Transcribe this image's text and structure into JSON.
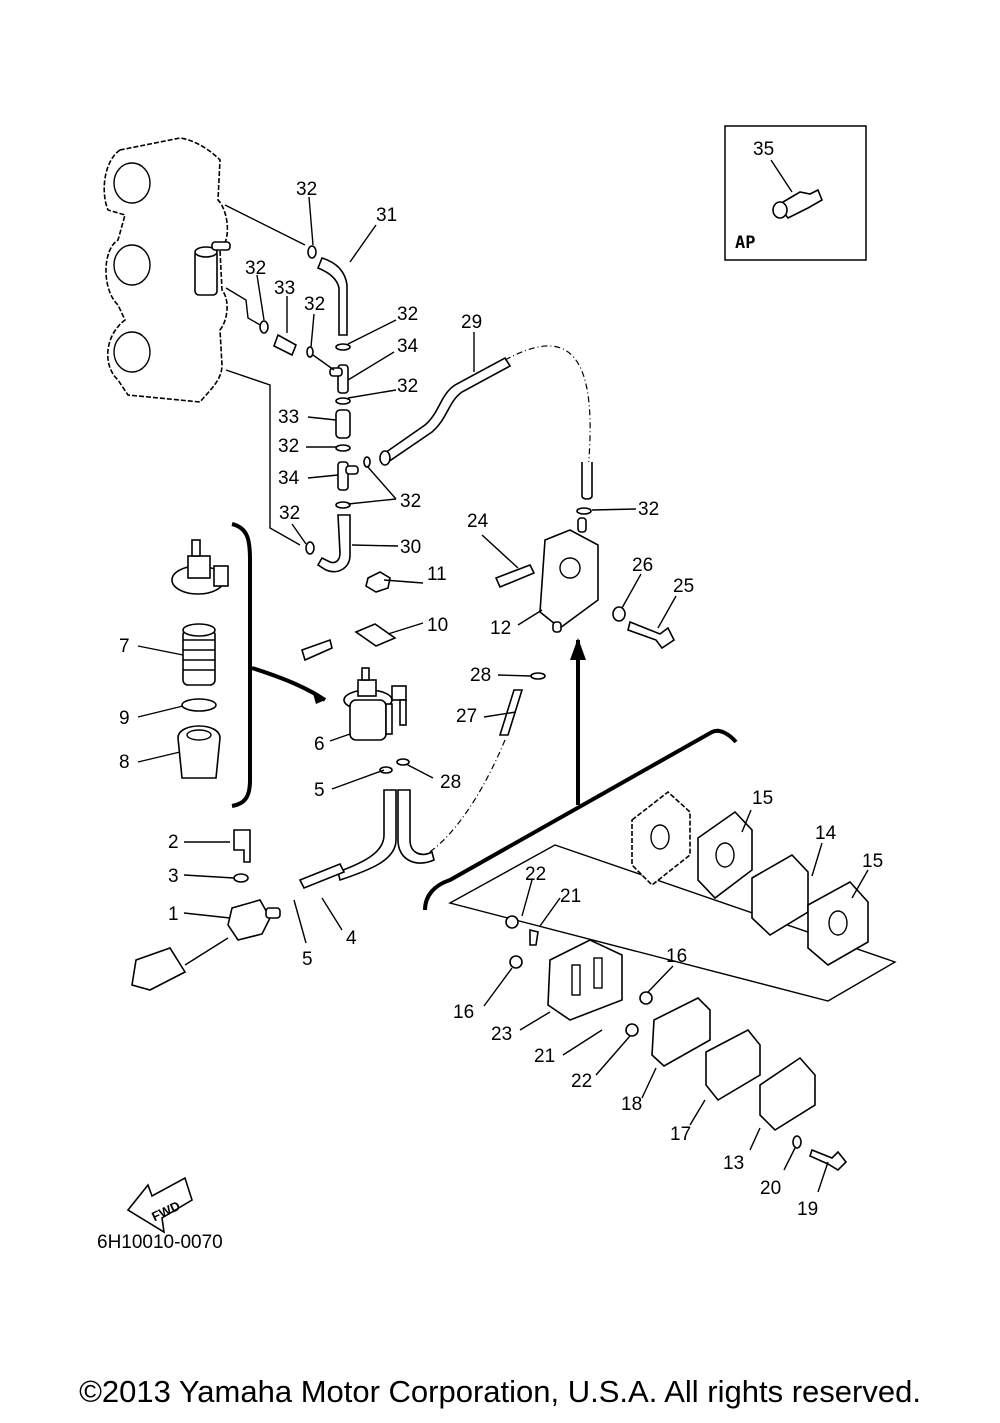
{
  "diagram": {
    "title_code": "6H10010-0070",
    "copyright": "©2013 Yamaha Motor Corporation, U.S.A. All rights reserved.",
    "fwd_label": "FWD",
    "inset": {
      "label": "AP",
      "callout": "35"
    },
    "callouts": [
      {
        "id": "c1",
        "text": "1"
      },
      {
        "id": "c2",
        "text": "2"
      },
      {
        "id": "c3",
        "text": "3"
      },
      {
        "id": "c4",
        "text": "4"
      },
      {
        "id": "c5a",
        "text": "5"
      },
      {
        "id": "c5b",
        "text": "5"
      },
      {
        "id": "c6",
        "text": "6"
      },
      {
        "id": "c7",
        "text": "7"
      },
      {
        "id": "c8",
        "text": "8"
      },
      {
        "id": "c9",
        "text": "9"
      },
      {
        "id": "c10",
        "text": "10"
      },
      {
        "id": "c11",
        "text": "11"
      },
      {
        "id": "c12",
        "text": "12"
      },
      {
        "id": "c13",
        "text": "13"
      },
      {
        "id": "c14",
        "text": "14"
      },
      {
        "id": "c15a",
        "text": "15"
      },
      {
        "id": "c15b",
        "text": "15"
      },
      {
        "id": "c16a",
        "text": "16"
      },
      {
        "id": "c16b",
        "text": "16"
      },
      {
        "id": "c17",
        "text": "17"
      },
      {
        "id": "c18",
        "text": "18"
      },
      {
        "id": "c19",
        "text": "19"
      },
      {
        "id": "c20",
        "text": "20"
      },
      {
        "id": "c21a",
        "text": "21"
      },
      {
        "id": "c21b",
        "text": "21"
      },
      {
        "id": "c22a",
        "text": "22"
      },
      {
        "id": "c22b",
        "text": "22"
      },
      {
        "id": "c23",
        "text": "23"
      },
      {
        "id": "c24",
        "text": "24"
      },
      {
        "id": "c25",
        "text": "25"
      },
      {
        "id": "c26",
        "text": "26"
      },
      {
        "id": "c27",
        "text": "27"
      },
      {
        "id": "c28a",
        "text": "28"
      },
      {
        "id": "c28b",
        "text": "28"
      },
      {
        "id": "c29",
        "text": "29"
      },
      {
        "id": "c30",
        "text": "30"
      },
      {
        "id": "c31",
        "text": "31"
      },
      {
        "id": "c32a",
        "text": "32"
      },
      {
        "id": "c32b",
        "text": "32"
      },
      {
        "id": "c32c",
        "text": "32"
      },
      {
        "id": "c32d",
        "text": "32"
      },
      {
        "id": "c32e",
        "text": "32"
      },
      {
        "id": "c32f",
        "text": "32"
      },
      {
        "id": "c32g",
        "text": "32"
      },
      {
        "id": "c32h",
        "text": "32"
      },
      {
        "id": "c32i",
        "text": "32"
      },
      {
        "id": "c33a",
        "text": "33"
      },
      {
        "id": "c33b",
        "text": "33"
      },
      {
        "id": "c34a",
        "text": "34"
      },
      {
        "id": "c34b",
        "text": "34"
      }
    ]
  }
}
